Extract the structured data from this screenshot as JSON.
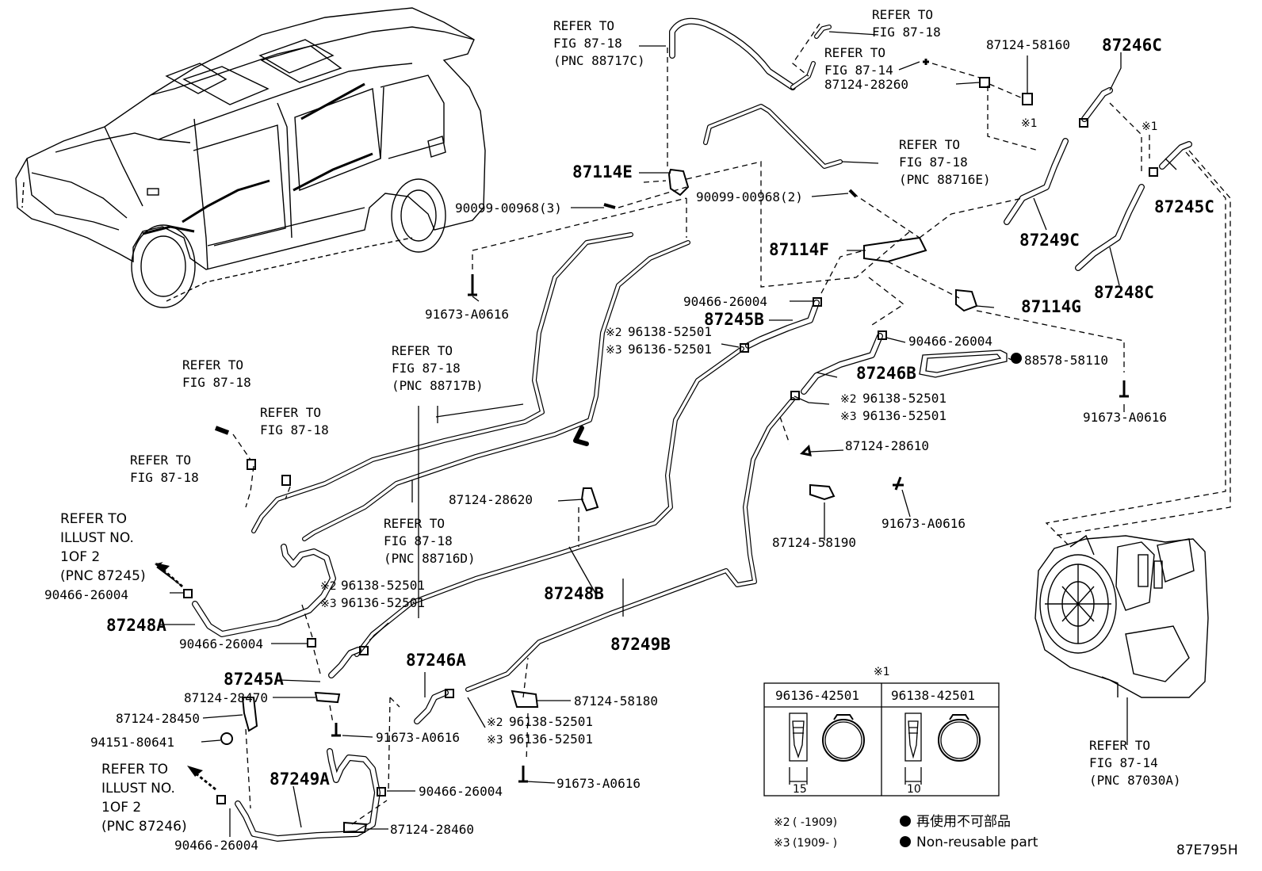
{
  "diagram": {
    "id": "87E795H",
    "refer_labels": [
      {
        "key": "r1",
        "lines": [
          "REFER TO",
          "FIG 87-18",
          "(PNC 88717C)"
        ]
      },
      {
        "key": "r2",
        "lines": [
          "REFER TO",
          "FIG 87-18"
        ]
      },
      {
        "key": "r3",
        "lines": [
          "REFER TO",
          "FIG 87-14"
        ]
      },
      {
        "key": "r4",
        "lines": [
          "REFER TO",
          "FIG 87-18",
          "(PNC 88716E)"
        ]
      },
      {
        "key": "r5",
        "lines": [
          "REFER TO",
          "FIG 87-18"
        ]
      },
      {
        "key": "r6",
        "lines": [
          "REFER TO",
          "FIG 87-18",
          "(PNC 88717B)"
        ]
      },
      {
        "key": "r7",
        "lines": [
          "REFER TO",
          "FIG 87-18"
        ]
      },
      {
        "key": "r8",
        "lines": [
          "REFER TO",
          "FIG 87-18"
        ]
      },
      {
        "key": "r9",
        "lines": [
          "REFER TO",
          "ILLUST NO.",
          "1OF 2",
          "(PNC 87245)"
        ]
      },
      {
        "key": "r10",
        "lines": [
          "REFER TO",
          "FIG 87-18",
          "(PNC 88716D)"
        ]
      },
      {
        "key": "r11",
        "lines": [
          "REFER TO",
          "ILLUST NO.",
          "1OF 2",
          "(PNC 87246)"
        ]
      },
      {
        "key": "r12",
        "lines": [
          "REFER TO",
          "FIG 87-14",
          "(PNC 87030A)"
        ]
      }
    ],
    "part_labels": {
      "p87124_58160": "87124-58160",
      "p87246C": "87246C",
      "p87124_28260": "87124-28260",
      "p87114E": "87114E",
      "p90099_3": "90099-00968(3)",
      "p90099_2": "90099-00968(2)",
      "p87245C": "87245C",
      "p87249C": "87249C",
      "p87248C": "87248C",
      "p87114F": "87114F",
      "p91673_a": "91673-A0616",
      "p90466_a": "90466-26004",
      "p87245B": "87245B",
      "p87114G": "87114G",
      "p96138_a": "96138-52501",
      "p96136_a": "96136-52501",
      "p90466_b": "90466-26004",
      "p88578": "88578-58110",
      "p87246B": "87246B",
      "p96138_b": "96138-52501",
      "p96136_b": "96136-52501",
      "p91673_b": "91673-A0616",
      "p87124_28610": "87124-28610",
      "p87124_28620": "87124-28620",
      "p91673_c": "91673-A0616",
      "p87124_58190": "87124-58190",
      "p90466_c": "90466-26004",
      "p96138_c": "96138-52501",
      "p96136_c": "96136-52501",
      "p87248A": "87248A",
      "p87248B": "87248B",
      "p90466_d": "90466-26004",
      "p87249B": "87249B",
      "p87245A": "87245A",
      "p87246A": "87246A",
      "p87124_28470": "87124-28470",
      "p87124_58180": "87124-58180",
      "p87124_28450": "87124-28450",
      "p96138_d": "96138-52501",
      "p96136_d": "96136-52501",
      "p94151": "94151-80641",
      "p91673_d": "91673-A0616",
      "p91673_e": "91673-A0616",
      "p87249A": "87249A",
      "p90466_e": "90466-26004",
      "p87124_28460": "87124-28460",
      "p90466_f": "90466-26004"
    },
    "markers": {
      "m2": "※2",
      "m3": "※3",
      "m1": "※1"
    },
    "clamp_table": {
      "marker": "※1",
      "col1_part": "96136-42501",
      "col2_part": "96138-42501",
      "col1_dim": "15",
      "col2_dim": "10"
    },
    "legend": {
      "note2_marker": "※2",
      "note2_range": "(      -1909)",
      "note3_marker": "※3",
      "note3_range": "(1909-      )",
      "jp_text": "再使用不可部品",
      "en_text": "Non-reusable part"
    }
  }
}
